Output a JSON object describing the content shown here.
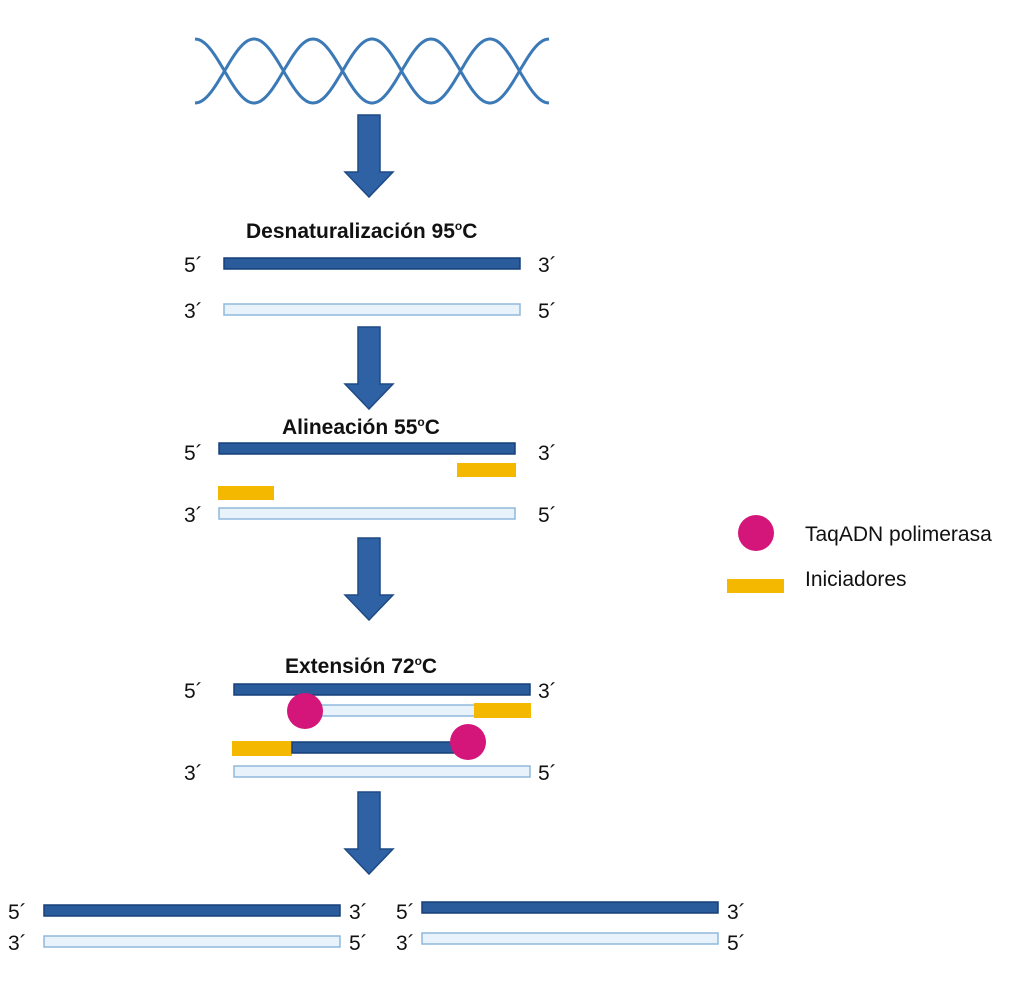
{
  "colors": {
    "dark_strand": "#2a5b9b",
    "dark_strand_edge": "#17407a",
    "light_strand": "#e8f2fb",
    "light_strand_edge": "#8fb8dc",
    "arrow": "#2f62a5",
    "arrow_edge": "#1e4a85",
    "helix": "#3b79b7",
    "polymerase": "#d4157a",
    "primer": "#f5b800"
  },
  "steps": [
    {
      "title": "Desnaturalización 95",
      "degree": "o",
      "unit": "C"
    },
    {
      "title": "Alineación 55",
      "degree": "o",
      "unit": "C"
    },
    {
      "title": "Extensión 72",
      "degree": "o",
      "unit": "C"
    }
  ],
  "ends": {
    "five": "5´",
    "three": "3´"
  },
  "legend": {
    "polymerase_label": "TaqADN polimerasa",
    "primer_label": "Iniciadores",
    "polymerase_icon": "polymerase-circle",
    "primer_icon": "primer-bar"
  }
}
